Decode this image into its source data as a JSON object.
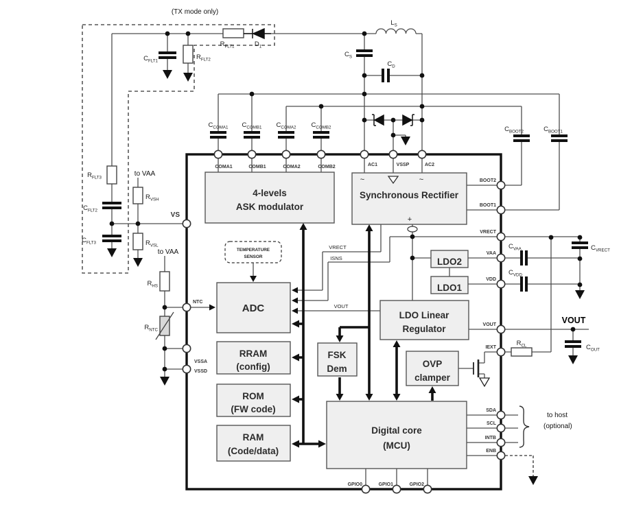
{
  "diagram": {
    "tx_note": "(TX mode only)",
    "to_vaa": "to VAA",
    "plus": "+",
    "tilde": "~",
    "vout_ext": "VOUT",
    "host_line1": "to host",
    "host_line2": "(optional)"
  },
  "signals": {
    "vrect": "VRECT",
    "isns": "ISNS",
    "vout": "VOUT"
  },
  "pins": {
    "coma1": "COMA1",
    "comb1": "COMB1",
    "coma2": "COMA2",
    "comb2": "COMB2",
    "ac1": "AC1",
    "vssp": "VSSP",
    "ac2": "AC2",
    "vs": "VS",
    "ntc": "NTC",
    "vssa": "VSSA",
    "vssd": "VSSD",
    "boot2": "BOOT2",
    "boot1": "BOOT1",
    "vrect": "VRECT",
    "vaa": "VAA",
    "vdd": "VDD",
    "vout": "VOUT",
    "iext": "IEXT",
    "sda": "SDA",
    "scl": "SCL",
    "intb": "INTB",
    "enb": "ENB",
    "gpio0": "GPIO0",
    "gpio1": "GPIO1",
    "gpio2": "GPIO2"
  },
  "blocks": {
    "ask": {
      "line1": "4-levels",
      "line2": "ASK modulator"
    },
    "sync": {
      "line1": "Synchronous  Rectifier"
    },
    "temp": {
      "line1": "TEMPERATURE",
      "line2": "SENSOR"
    },
    "adc": {
      "line1": "ADC"
    },
    "rram": {
      "line1": "RRAM",
      "line2": "(config)"
    },
    "rom": {
      "line1": "ROM",
      "line2": "(FW code)"
    },
    "ram": {
      "line1": "RAM",
      "line2": "(Code/data)"
    },
    "fsk": {
      "line1": "FSK",
      "line2": "Dem"
    },
    "ldoreg": {
      "line1": "LDO Linear",
      "line2": "Regulator"
    },
    "ldo2": {
      "line1": "LDO2"
    },
    "ldo1": {
      "line1": "LDO1"
    },
    "ovp": {
      "line1": "OVP",
      "line2": "clamper"
    },
    "core": {
      "line1": "Digital core",
      "line2": "(MCU)"
    }
  },
  "components": {
    "cflt1": {
      "base": "C",
      "sub": "FLT1"
    },
    "rflt1": {
      "base": "R",
      "sub": "FLT1"
    },
    "rflt2": {
      "base": "R",
      "sub": "FLT2"
    },
    "rflt3": {
      "base": "R",
      "sub": "FLT3"
    },
    "cflt2": {
      "base": "C",
      "sub": "FLT2"
    },
    "cflt3": {
      "base": "C",
      "sub": "FLT3"
    },
    "d1": {
      "base": "D",
      "sub": "1"
    },
    "ls": {
      "base": "L",
      "sub": "S"
    },
    "cs": {
      "base": "C",
      "sub": "S"
    },
    "cd": {
      "base": "C",
      "sub": "D"
    },
    "ccoma1": {
      "base": "C",
      "sub": "COMA1"
    },
    "ccomb1": {
      "base": "C",
      "sub": "COMB1"
    },
    "ccoma2": {
      "base": "C",
      "sub": "COMA2"
    },
    "ccomb2": {
      "base": "C",
      "sub": "COMB2"
    },
    "cboot2": {
      "base": "C",
      "sub": "BOOT2"
    },
    "cboot1": {
      "base": "C",
      "sub": "BOOT1"
    },
    "rvsh": {
      "base": "R",
      "sub": "VSH"
    },
    "rvsl": {
      "base": "R",
      "sub": "VSL"
    },
    "rhs": {
      "base": "R",
      "sub": "HS"
    },
    "rntc": {
      "base": "R",
      "sub": "NTC"
    },
    "rcl": {
      "base": "R",
      "sub": "CL"
    },
    "cvaa": {
      "base": "C",
      "sub": "VAA"
    },
    "cvdd": {
      "base": "C",
      "sub": "VDD"
    },
    "cvrect": {
      "base": "C",
      "sub": "VRECT"
    },
    "cout": {
      "base": "C",
      "sub": "OUT"
    }
  },
  "colors": {
    "wire": "#4d4d4d",
    "bus": "#111111",
    "block_fill": "#efefef",
    "block_border": "#555555",
    "ic_border": "#111111",
    "text": "#222222"
  }
}
